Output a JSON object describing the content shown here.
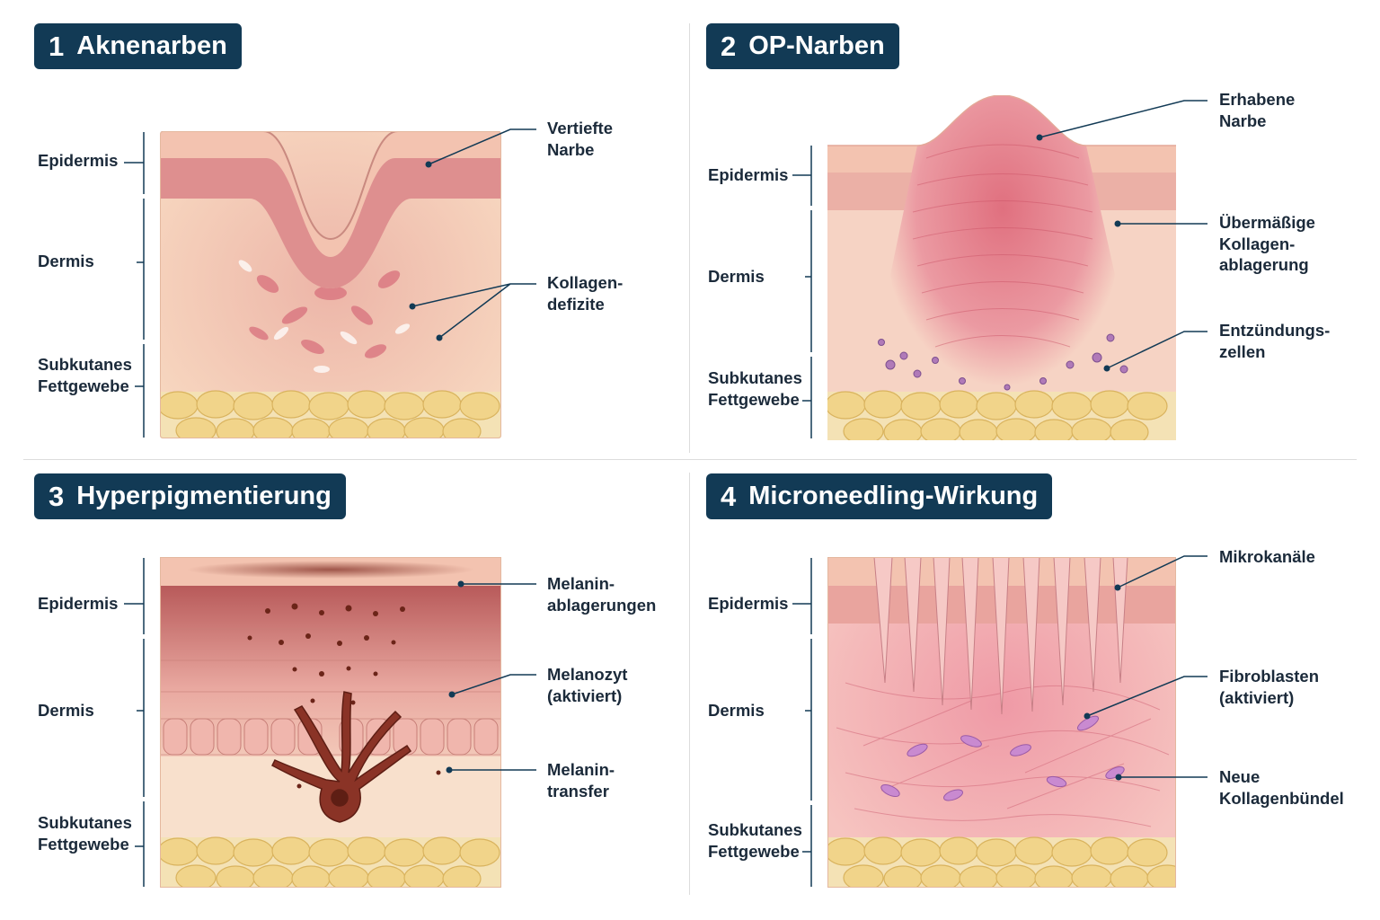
{
  "panels": [
    {
      "number": "1",
      "title": "Aknenarben",
      "layers": {
        "epidermis": "Epidermis",
        "dermis": "Dermis",
        "subcutis": "Subkutanes\nFettgewebe"
      },
      "callouts": [
        "Vertiefte\nNarbe",
        "Kollagen-\ndefizite"
      ]
    },
    {
      "number": "2",
      "title": "OP-Narben",
      "layers": {
        "epidermis": "Epidermis",
        "dermis": "Dermis",
        "subcutis": "Subkutanes\nFettgewebe"
      },
      "callouts": [
        "Erhabene\nNarbe",
        "Übermäßige\nKollagen-\nablagerung",
        "Entzündungs-\nzellen"
      ]
    },
    {
      "number": "3",
      "title": "Hyperpigmentierung",
      "layers": {
        "epidermis": "Epidermis",
        "dermis": "Dermis",
        "subcutis": "Subkutanes\nFettgewebe"
      },
      "callouts": [
        "Melanin-\nablagerungen",
        "Melanozyt\n(aktiviert)",
        "Melanin-\ntransfer"
      ]
    },
    {
      "number": "4",
      "title": "Microneedling-Wirkung",
      "layers": {
        "epidermis": "Epidermis",
        "dermis": "Dermis",
        "subcutis": "Subkutanes\nFettgewebe"
      },
      "callouts": [
        "Mikrokanäle",
        "Fibroblasten\n(aktiviert)",
        "Neue\nKollagenbündel"
      ]
    }
  ],
  "colors": {
    "title_bg": "#123a55",
    "epidermis": "#f3c3b0",
    "dermis": "#f7d6bf",
    "fat": "#f1d89a",
    "scar": "#e0808a",
    "pigment": "#7a2e22",
    "leader": "#123a55"
  }
}
